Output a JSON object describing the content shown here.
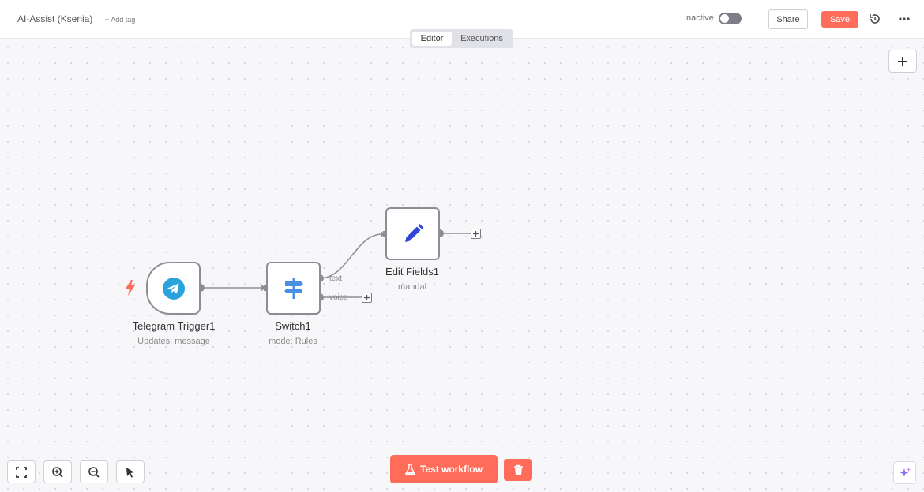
{
  "header": {
    "workflow_name": "AI-Assist (Ksenia)",
    "add_tag": "+ Add tag",
    "status_label": "Inactive",
    "share_label": "Share",
    "save_label": "Save"
  },
  "tabs": [
    {
      "label": "Editor",
      "active": true
    },
    {
      "label": "Executions",
      "active": false
    }
  ],
  "nodes": [
    {
      "title": "Telegram Trigger1",
      "subtitle": "Updates: message",
      "icon": "telegram-icon"
    },
    {
      "title": "Switch1",
      "subtitle": "mode: Rules",
      "icon": "signpost-icon",
      "outputs": [
        "text",
        "voice"
      ]
    },
    {
      "title": "Edit Fields1",
      "subtitle": "manual",
      "icon": "pencil-icon"
    }
  ],
  "footer": {
    "test_label": "Test workflow"
  },
  "colors": {
    "accent": "#ff6d5a",
    "telegram": "#2aa3dd",
    "switch": "#4a90e2",
    "edit": "#3344d6"
  }
}
